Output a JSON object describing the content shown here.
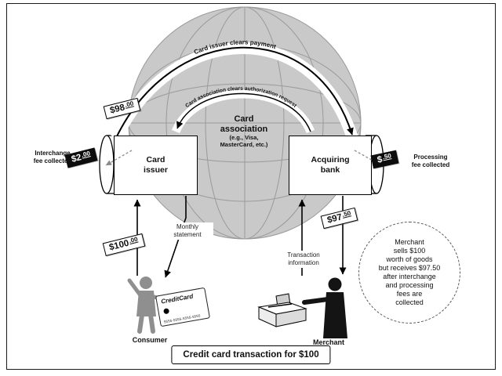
{
  "caption": "Credit card transaction for $100",
  "arcs": {
    "outer": "Card issuer clears payment",
    "inner": "Card association clears authorization request"
  },
  "boxes": {
    "card_issuer": "Card\nissuer",
    "acquiring_bank": "Acquiring\nbank"
  },
  "center": {
    "name": "Card\nassociation",
    "sub": "(e.g., Visa,\nMasterCard, etc.)"
  },
  "tags": {
    "payment": {
      "main": "$98",
      "cents": ".00"
    },
    "interchange": {
      "main": "$2",
      "cents": ".00"
    },
    "processing": {
      "main": "$",
      "cents": ".50"
    },
    "purchase": {
      "main": "$100",
      "cents": ".00"
    },
    "payout": {
      "main": "$97",
      "cents": ".50"
    }
  },
  "labels": {
    "interchange_fee": "Interchange\nfee collected",
    "processing_fee": "Processing\nfee collected",
    "monthly_statement": "Monthly\nstatement",
    "transaction_information": "Transaction\ninformation",
    "consumer": "Consumer",
    "merchant": "Merchant"
  },
  "credit_card": {
    "brand": "CreditCard",
    "number": "5555-5555-5555-5555"
  },
  "note": "Merchant\nsells $100\nworth of goods\nbut receives $97.50\nafter interchange\nand processing\nfees are\ncollected",
  "colors": {
    "globe_fill": "#c9c9c9",
    "globe_line": "#9a9a9a",
    "figure_gray": "#8f8f8f",
    "figure_black": "#141414"
  }
}
